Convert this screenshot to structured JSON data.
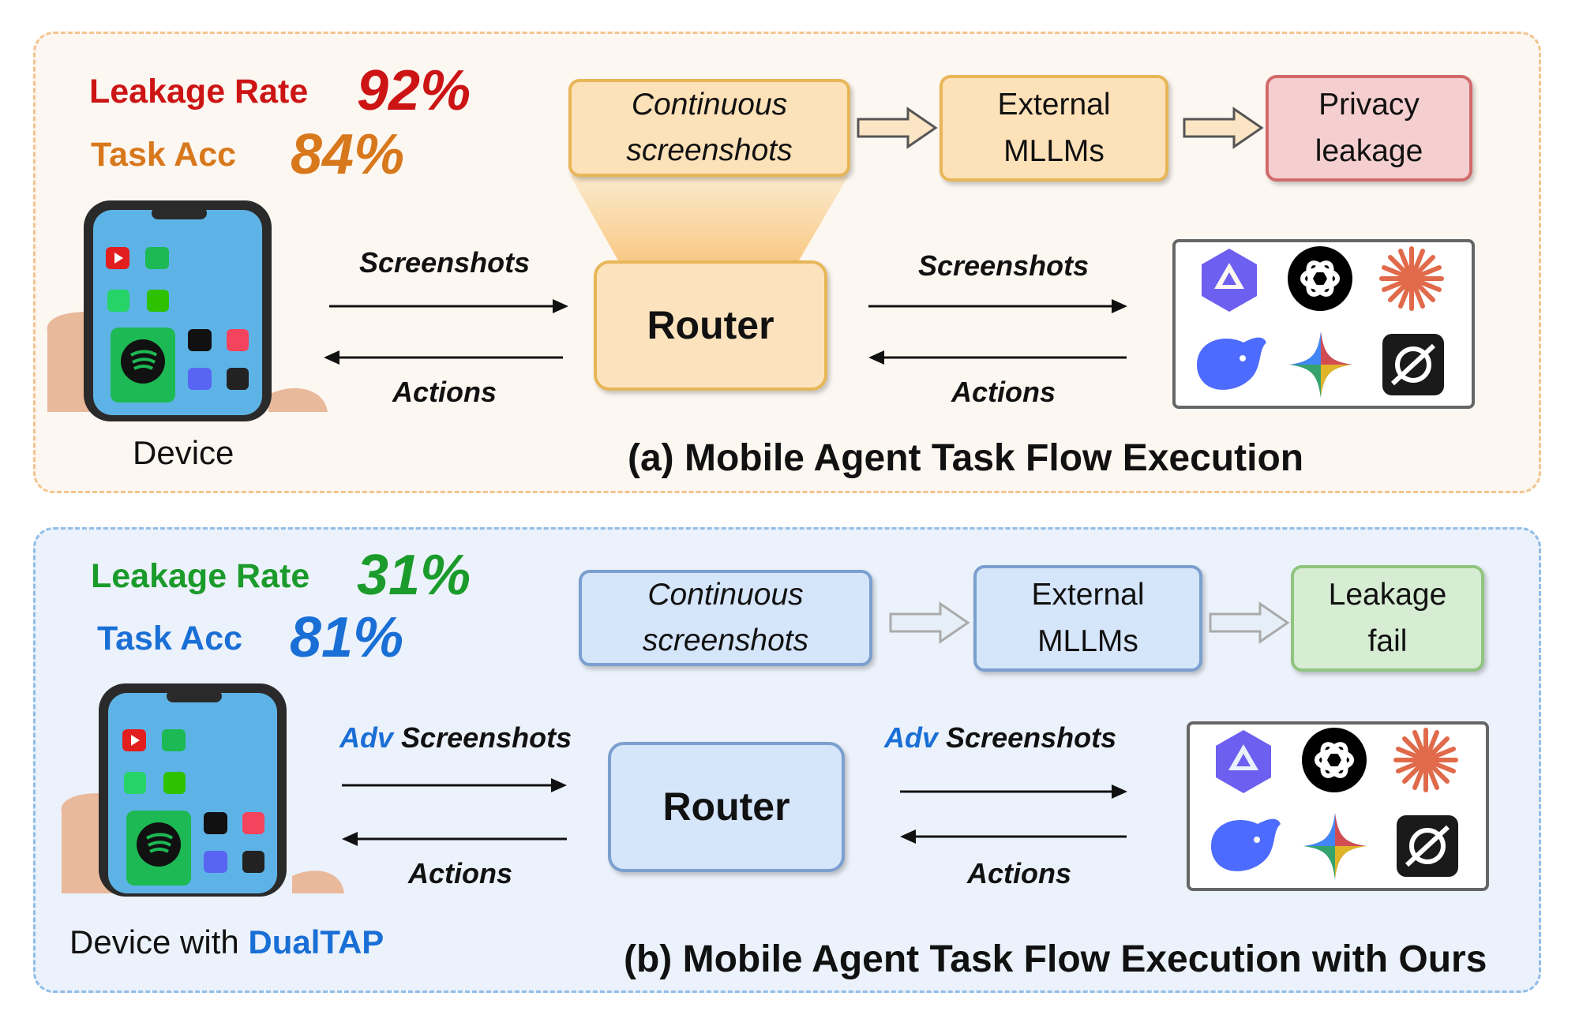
{
  "panel_a": {
    "leakage_label": "Leakage Rate",
    "leakage_value": "92%",
    "acc_label": "Task Acc",
    "acc_value": "84%",
    "box1_line1": "Continuous",
    "box1_line2": "screenshots",
    "box2_line1": "External",
    "box2_line2": "MLLMs",
    "box3_line1": "Privacy",
    "box3_line2": "leakage",
    "router": "Router",
    "left_top_label": "Screenshots",
    "left_bottom_label": "Actions",
    "right_top_label": "Screenshots",
    "right_bottom_label": "Actions",
    "device_caption": "Device",
    "caption": "(a) Mobile Agent Task Flow Execution"
  },
  "panel_b": {
    "leakage_label": "Leakage Rate",
    "leakage_value": "31%",
    "acc_label": "Task Acc",
    "acc_value": "81%",
    "box1_line1": "Continuous",
    "box1_line2": "screenshots",
    "box2_line1": "External",
    "box2_line2": "MLLMs",
    "box3_line1": "Leakage",
    "box3_line2": "fail",
    "router": "Router",
    "left_top_prefix": "Adv",
    "left_top_label": "Screenshots",
    "left_bottom_label": "Actions",
    "right_top_prefix": "Adv",
    "right_top_label": "Screenshots",
    "right_bottom_label": "Actions",
    "device_caption_prefix": "Device with ",
    "device_caption_brand": "DualTAP",
    "caption": "(b) Mobile Agent Task Flow Execution with Ours"
  },
  "colors": {
    "leakage_a": "#cc1414",
    "acc_a": "#d8781c",
    "leakage_b": "#1b9b2b",
    "acc_b": "#1a6fd6",
    "panel_a_bg": "#fdf7f1",
    "panel_b_bg": "#ecf2fb"
  },
  "model_icons": [
    "qwen-icon",
    "openai-icon",
    "claude-icon",
    "deepseek-icon",
    "gemini-icon",
    "grok-icon"
  ],
  "phone_apps": [
    "YouTube",
    "Spotify",
    "WhatsApp",
    "Wechat",
    "TikTok",
    "Music",
    "Photos",
    "Discord",
    "Figma"
  ]
}
